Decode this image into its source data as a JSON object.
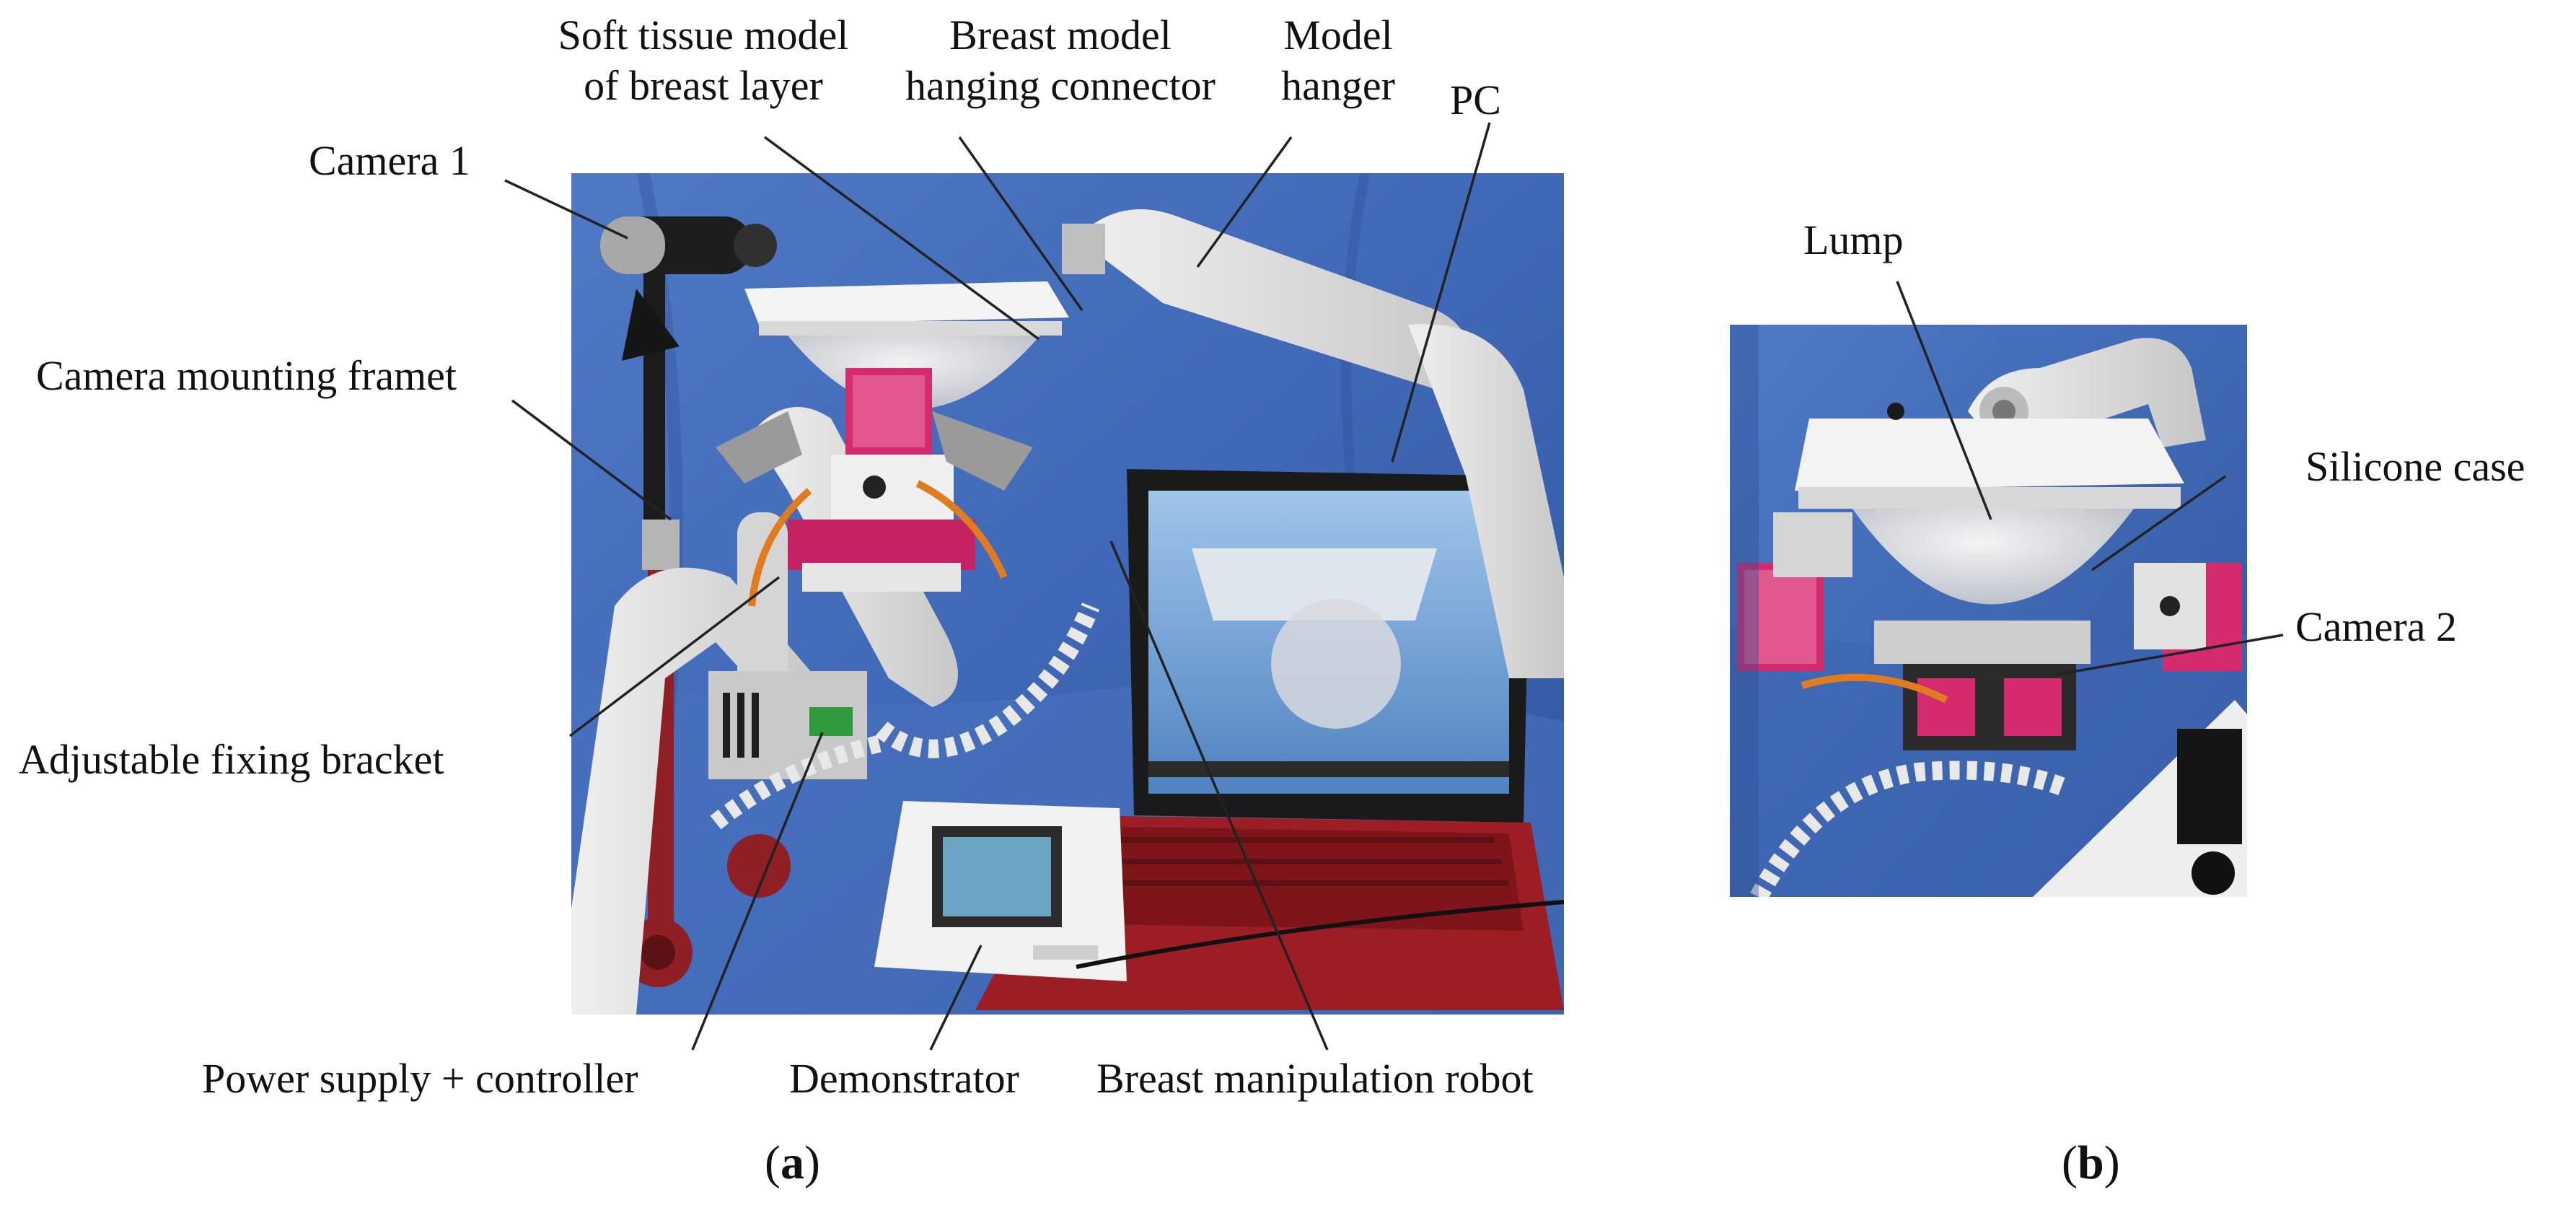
{
  "labels": {
    "camera1": "Camera 1",
    "camera_mount": "Camera mounting framet",
    "soft_tissue_line1": "Soft tissue model",
    "soft_tissue_line2": "of breast layer",
    "connector_line1": "Breast model",
    "connector_line2": "hanging connector",
    "hanger_line1": "Model",
    "hanger_line2": "hanger",
    "pc": "PC",
    "bracket": "Adjustable fixing bracket",
    "power": "Power supply + controller",
    "demonstrator": "Demonstrator",
    "robot": "Breast manipulation robot",
    "lump": "Lump",
    "silicone": "Silicone case",
    "camera2": "Camera 2"
  },
  "panels": {
    "a": {
      "open": "(",
      "letter": "a",
      "close": ")"
    },
    "b": {
      "open": "(",
      "letter": "b",
      "close": ")"
    }
  },
  "colors": {
    "backdrop": "#3f68b6",
    "arm": "#dcdcdc",
    "servo": "#d42a6e",
    "rod": "#8e1f24",
    "laptop": "#9c1d24",
    "leader": "#222222"
  }
}
